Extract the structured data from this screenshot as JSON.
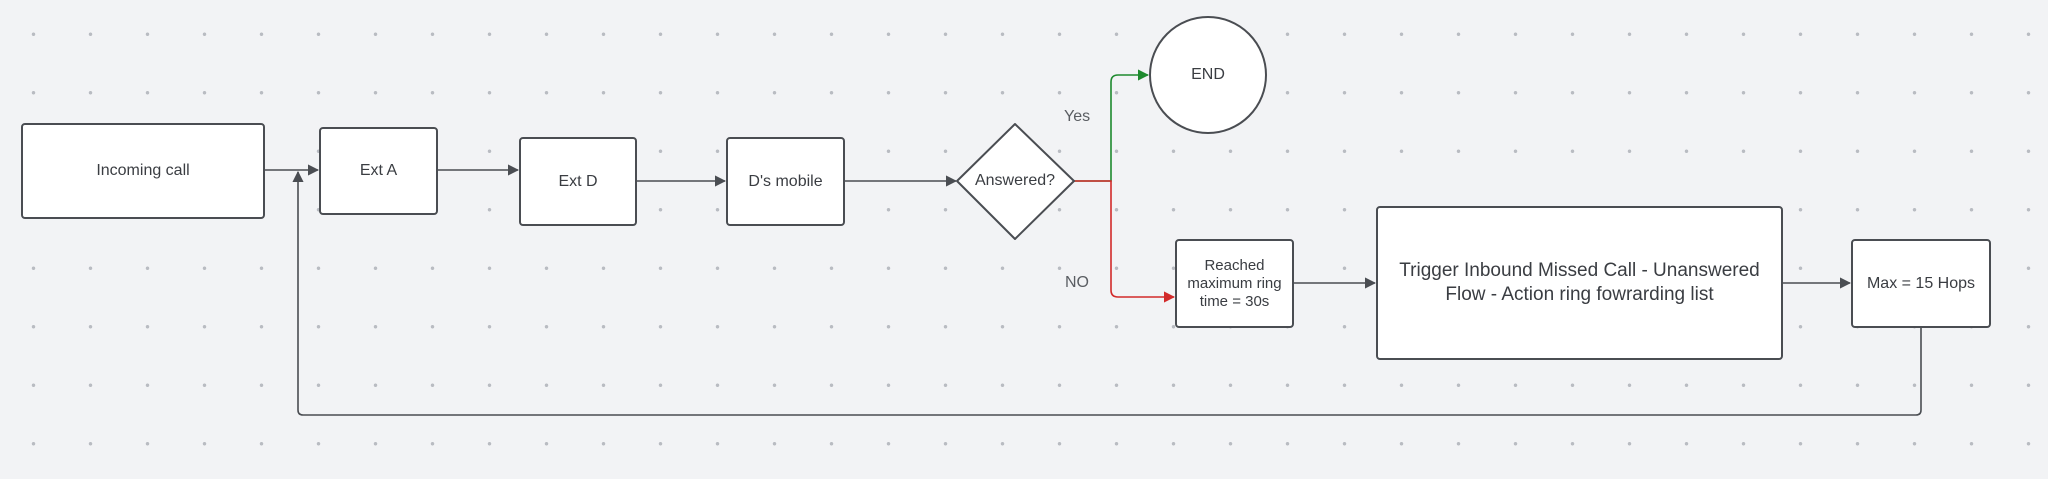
{
  "diagram": {
    "nodes": {
      "incoming_call": "Incoming call",
      "ext_a": "Ext A",
      "ext_d": "Ext D",
      "d_mobile": "D's mobile",
      "answered": "Answered?",
      "end": "END",
      "reached_max": "Reached maximum ring time = 30s",
      "trigger_flow": "Trigger Inbound Missed Call - Unanswered Flow - Action ring fowrarding list",
      "max_hops": "Max = 15 Hops"
    },
    "edge_labels": {
      "yes": "Yes",
      "no": "NO"
    },
    "colors": {
      "yes_edge": "#1e8a2e",
      "no_edge": "#d22a2a",
      "default_edge": "#4a4d52"
    }
  }
}
